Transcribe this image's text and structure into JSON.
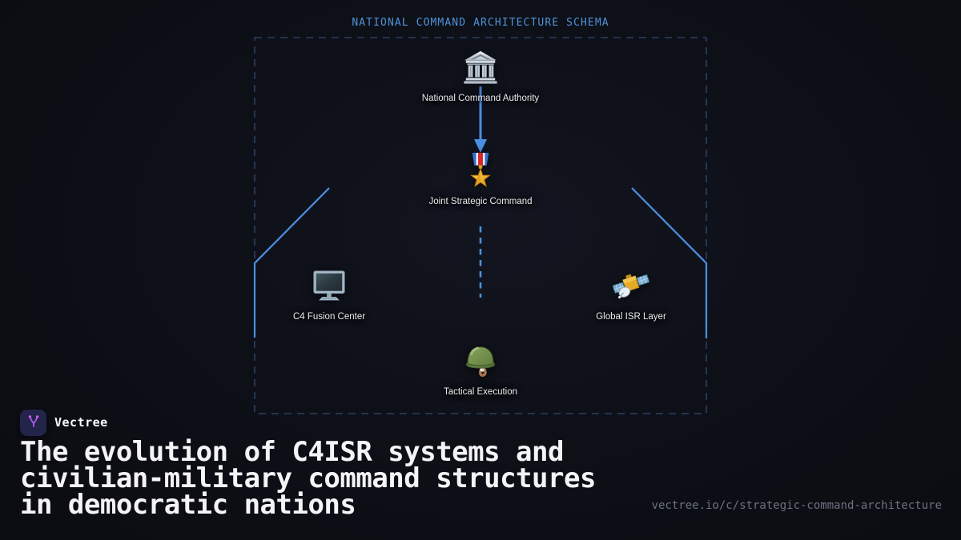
{
  "diagram": {
    "title": "NATIONAL COMMAND ARCHITECTURE SCHEMA",
    "nodes": [
      {
        "id": "national-command-authority",
        "label": "National Command Authority",
        "icon": "classical-building-icon"
      },
      {
        "id": "joint-strategic-command",
        "label": "Joint Strategic Command",
        "icon": "military-medal-icon"
      },
      {
        "id": "c4-fusion-center",
        "label": "C4 Fusion Center",
        "icon": "desktop-computer-icon"
      },
      {
        "id": "global-isr-layer",
        "label": "Global ISR Layer",
        "icon": "satellite-icon"
      },
      {
        "id": "tactical-execution",
        "label": "Tactical Execution",
        "icon": "military-helmet-icon"
      }
    ],
    "connectors": [
      {
        "from": "national-command-authority",
        "to": "joint-strategic-command",
        "style": "solid-arrow"
      },
      {
        "from": "joint-strategic-command",
        "to": "c4-fusion-center",
        "style": "solid-elbow"
      },
      {
        "from": "joint-strategic-command",
        "to": "global-isr-layer",
        "style": "solid-elbow"
      },
      {
        "from": "joint-strategic-command",
        "to": "tactical-execution",
        "style": "dashed"
      }
    ]
  },
  "brand": {
    "name": "Vectree",
    "logo_icon": "vectree-branch-icon"
  },
  "headline": {
    "lines": [
      "The evolution of C4ISR systems and",
      "civilian-military command structures",
      "in democratic nations"
    ]
  },
  "footer": {
    "url": "vectree.io/c/strategic-command-architecture"
  },
  "colors": {
    "background": "#0d0f16",
    "accent_blue": "#4a90e2",
    "diagram_title_blue": "#4e93d9",
    "dashed_border": "#2b3f63",
    "headline_text": "#f4f4f6",
    "url_text": "#6b7280",
    "logo_background": "#23244a",
    "logo_glyph": "#b05ef0"
  }
}
